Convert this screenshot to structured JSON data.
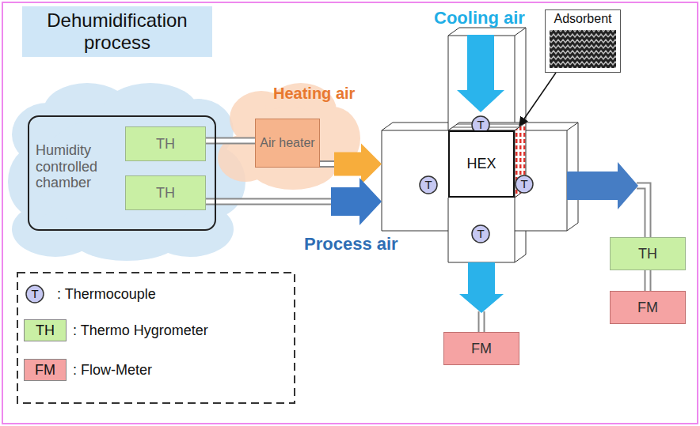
{
  "diagram": {
    "title": "Dehumidification process",
    "nodes": [
      {
        "text": [
          "Humidity controlled chamber"
        ]
      },
      {
        "text": [
          "TH"
        ],
        "in": 0
      },
      {
        "text": [
          "TH"
        ],
        "in": 0
      },
      {
        "text": [
          "Air heater"
        ]
      },
      {
        "text": [
          "Adsorbent"
        ]
      },
      {
        "text": [
          "T"
        ]
      },
      {
        "text": [
          "T"
        ]
      },
      {
        "text": [
          "HEX"
        ]
      },
      {
        "text": [
          "T"
        ]
      },
      {
        "text": [
          "T"
        ]
      },
      {
        "text": [
          "TH"
        ]
      },
      {
        "text": [
          "FM"
        ]
      },
      {
        "text": [
          "FM"
        ]
      }
    ],
    "edges": [
      {
        "from": 1,
        "to": 3,
        "arrow": "none"
      },
      {
        "from": 3,
        "to": 7,
        "arrow": "to"
      },
      {
        "from": 2,
        "to": 7,
        "arrow": "to"
      },
      {
        "from": 4,
        "to": 7,
        "arrow": "to"
      },
      {
        "from": 7,
        "to": 10,
        "arrow": "to"
      },
      {
        "from": 10,
        "to": 11,
        "arrow": "none"
      },
      {
        "from": 7,
        "to": 12,
        "arrow": "to"
      }
    ],
    "labels": [
      "Cooling air",
      "Heating air",
      "Process air",
      "T",
      "TH",
      "FM"
    ],
    "legend": [
      {
        "text": ": Thermocouple"
      },
      {
        "text": ": Thermo Hygrometer",
        "color": "#c9efa4"
      },
      {
        "text": ": Flow-Meter",
        "color": "#f5a3a3"
      }
    ]
  }
}
